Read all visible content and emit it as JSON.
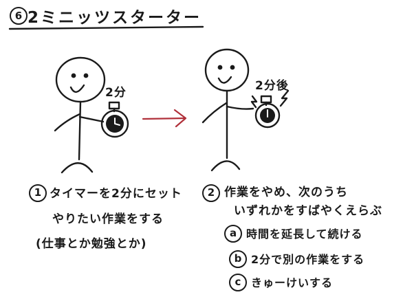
{
  "title": {
    "number": "6",
    "text": "2ミニッツスターター"
  },
  "figures": {
    "left_timer_label": "2分",
    "right_timer_label": "2分後"
  },
  "steps": [
    {
      "number": "1",
      "lines": [
        "タイマーを2分にセット",
        "やりたい作業をする",
        "(仕事とか勉強とか)"
      ]
    },
    {
      "number": "2",
      "lines": [
        "作業をやめ、次のうち",
        "いずれかをすばやくえらぶ"
      ]
    }
  ],
  "options": [
    {
      "letter": "a",
      "text": "時間を延長して続ける"
    },
    {
      "letter": "b",
      "text": "2分で別の作業をする"
    },
    {
      "letter": "c",
      "text": "きゅーけいする"
    }
  ],
  "colors": {
    "ink": "#1a1a1a",
    "arrow": "#b0303a"
  }
}
